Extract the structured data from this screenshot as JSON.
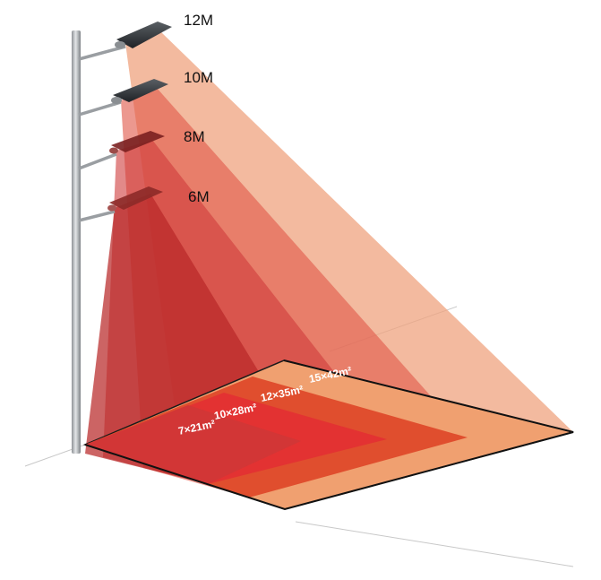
{
  "pole": {
    "lamps": [
      {
        "height_label": "12M",
        "area_label": "15×42m²",
        "beam_color": "#efa37f",
        "ground_color": "#f0a070"
      },
      {
        "height_label": "10M",
        "area_label": "12×35m²",
        "beam_color": "#e0584a",
        "ground_color": "#e04e2e"
      },
      {
        "height_label": "8M",
        "area_label": "10×28m²",
        "beam_color": "#cf3a3a",
        "ground_color": "#e33232"
      },
      {
        "height_label": "6M",
        "area_label": "7×21m²",
        "beam_color": "#b92828",
        "ground_color": "#d23636"
      }
    ],
    "pole_color": "#b4b8bb",
    "lamp_head_color": "#2b2f33"
  }
}
